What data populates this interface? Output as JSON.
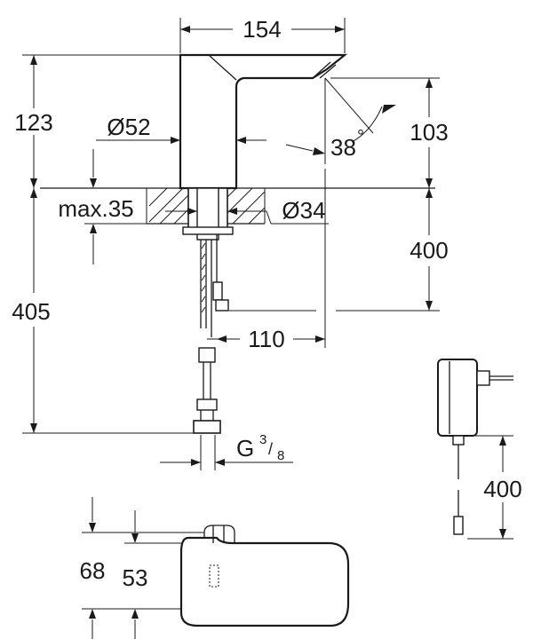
{
  "dimensions": {
    "width_top": "154",
    "height_above": "123",
    "spout_diameter": "Ø52",
    "angle": "38",
    "angle_unit": "°",
    "spout_height": "103",
    "max_thickness": "max.35",
    "hole_diameter": "Ø34",
    "hose_length": "400",
    "total_height": "405",
    "cable_offset": "110",
    "thread_label": "G",
    "thread_num": "3",
    "thread_sep": "/",
    "thread_den": "8",
    "adapter_cable": "400",
    "top_height_1": "68",
    "top_height_2": "53"
  }
}
